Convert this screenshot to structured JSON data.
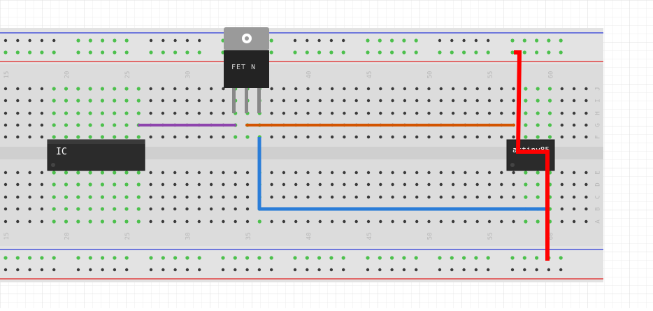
{
  "board": {
    "column_numbers": [
      "15",
      "20",
      "25",
      "30",
      "35",
      "40",
      "45",
      "50",
      "55",
      "60"
    ],
    "row_letters_top": [
      "J",
      "I",
      "H",
      "G",
      "F"
    ],
    "row_letters_bottom": [
      "E",
      "D",
      "C",
      "B",
      "A"
    ]
  },
  "components": {
    "ic": {
      "label": "IC"
    },
    "fet": {
      "label": "FET N"
    },
    "attiny": {
      "label": "attiny85"
    }
  },
  "colors": {
    "background_grid": "#e9e9e9",
    "board": "#dcdcdc",
    "rail_blue": "#2a38d8",
    "rail_red": "#e02020",
    "hole": "#3a3a3a",
    "connected_hole": "#4cc04c",
    "wire_purple": "#8e44ad",
    "wire_orange": "#d35400",
    "wire_blue": "#2a7dd8",
    "wire_red": "#ff0000",
    "chip": "#2b2b2b"
  }
}
